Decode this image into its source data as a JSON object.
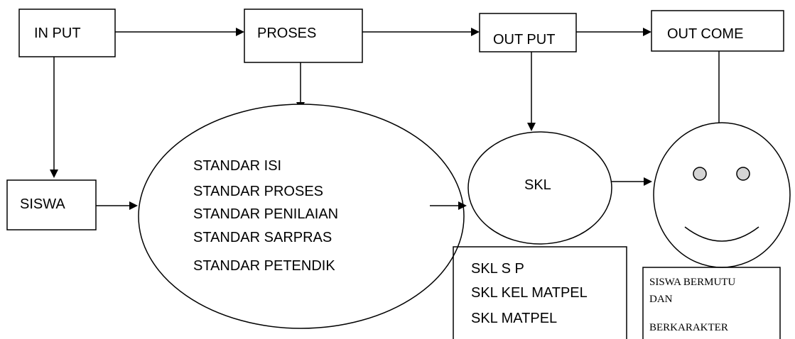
{
  "nodes": {
    "input": "IN PUT",
    "proses": "PROSES",
    "output": "OUT PUT",
    "outcome": "OUT COME",
    "siswa": "SISWA",
    "skl": "SKL"
  },
  "standar_list": [
    "STANDAR ISI",
    "STANDAR PROSES",
    "STANDAR PENILAIAN",
    "STANDAR SARPRAS",
    "STANDAR PETENDIK"
  ],
  "skl_list": [
    "SKL  S P",
    "SKL KEL MATPEL",
    "SKL MATPEL"
  ],
  "result_lines": [
    "SISWA BERMUTU",
    "DAN",
    "BERKARAKTER"
  ]
}
